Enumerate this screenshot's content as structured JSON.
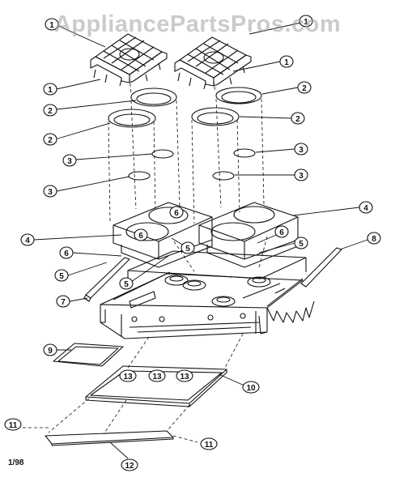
{
  "watermark": "AppliancePartsPros.com",
  "footer_code": "1/98",
  "colors": {
    "line": "#111111",
    "watermark": "#a0a0a0"
  },
  "callouts": [
    "1",
    "1",
    "1",
    "1",
    "2",
    "2",
    "2",
    "2",
    "3",
    "3",
    "3",
    "3",
    "4",
    "4",
    "5",
    "5",
    "5",
    "5",
    "6",
    "6",
    "6",
    "6",
    "7",
    "8",
    "9",
    "10",
    "11",
    "11",
    "12",
    "13",
    "13",
    "13"
  ]
}
